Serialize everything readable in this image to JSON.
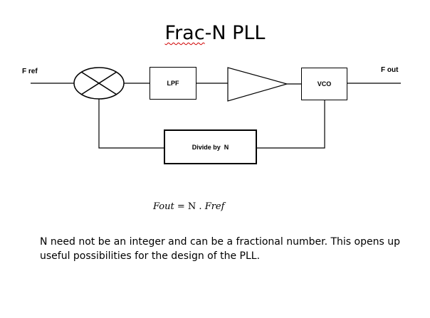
{
  "slide": {
    "title_prefix": "Frac",
    "title_suffix": "-N PLL"
  },
  "diagram": {
    "input_label": "F ref",
    "output_label": "F out",
    "lpf_label": "LPF",
    "vco_label": "VCO",
    "divider_label": "Divide by  N"
  },
  "formula": {
    "lhs": "Fout",
    "op": " = ",
    "n": "N",
    "dot": " . ",
    "rhs": "Fref"
  },
  "note": {
    "text": "N need not be an integer and can be a fractional number. This opens up useful possibilities for the design of the PLL."
  }
}
